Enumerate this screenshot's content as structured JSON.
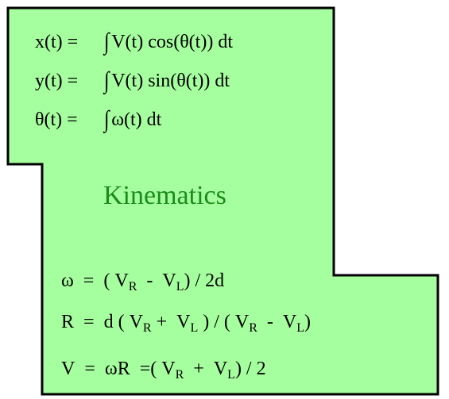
{
  "colors": {
    "fill": "#a6ff9e",
    "stroke": "#000000",
    "heading": "#1a8c1a",
    "text": "#000000"
  },
  "integral_eqs": [
    {
      "lhs": "x(t) =",
      "rhs": "V(t) cos(θ(t)) dt"
    },
    {
      "lhs": "y(t) =",
      "rhs": "V(t) sin(θ(t)) dt"
    },
    {
      "lhs": "θ(t) =",
      "rhs": "ω(t) dt"
    }
  ],
  "integral_symbol": "∫",
  "heading": "Kinematics",
  "bottom_eqs": {
    "omega": {
      "lhs": "ω",
      "eq": "=",
      "open": "(",
      "v": "V",
      "sub_r": "R",
      "minus": "-",
      "sub_l": "L",
      "tail": ") / 2d"
    },
    "radius": {
      "lhs": "R",
      "eq": "=",
      "pre": "d (",
      "v": "V",
      "sub_r": "R",
      "plus": "+",
      "sub_l": "L",
      "mid": ") / (",
      "minus": "-",
      "tail": ")"
    },
    "velocity": {
      "lhs": "V",
      "eq": "=",
      "mid": "ωR",
      "eq2": "=",
      "open": "(",
      "v": "V",
      "sub_r": "R",
      "plus": "+",
      "sub_l": "L",
      "tail": ") / 2"
    }
  }
}
